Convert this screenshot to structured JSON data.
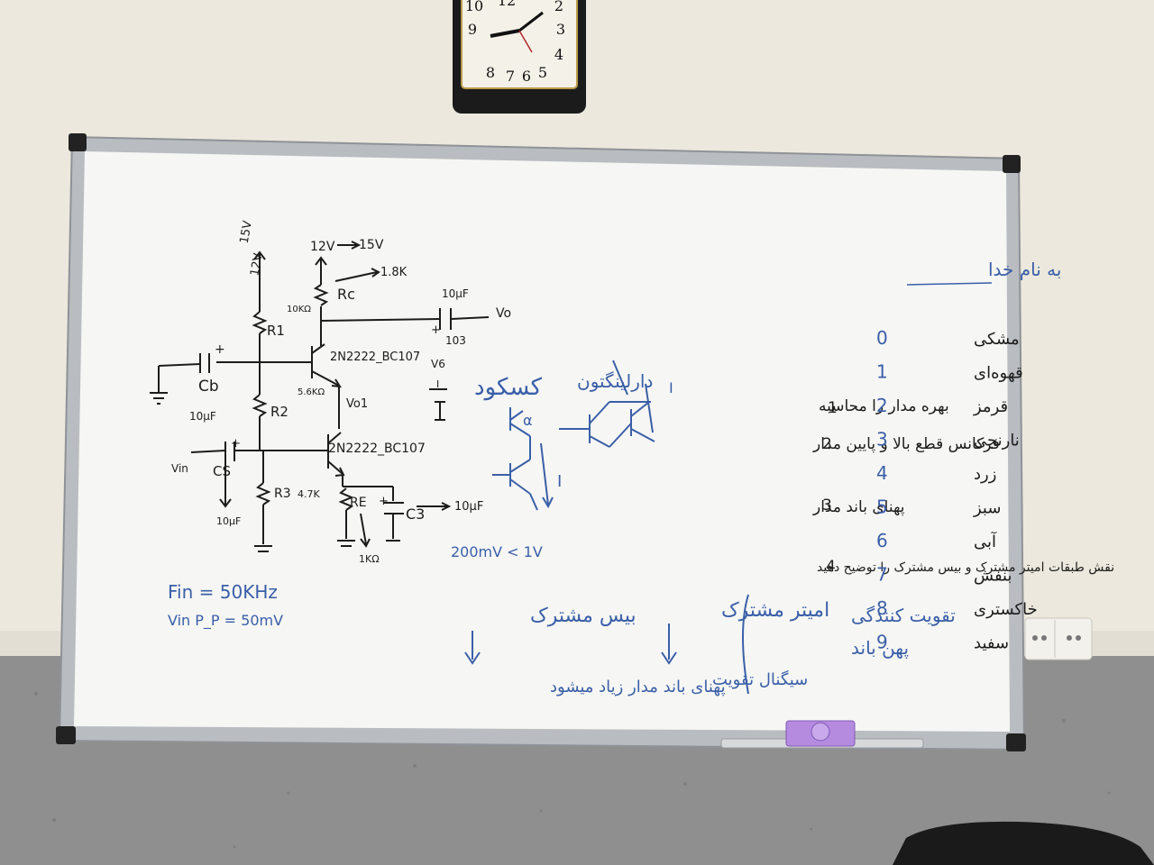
{
  "clock": {
    "numerals": [
      "10",
      "12",
      "2",
      "9",
      "3",
      "8",
      "7",
      "6",
      "5",
      "4"
    ]
  },
  "circuit": {
    "supply_top": "15V",
    "supply_r1": "12V",
    "supply_rc": "12V",
    "supply_rc_arrow": "15V",
    "rc_label": "Rc",
    "rc_value": "1.8K",
    "r1_label": "R1",
    "r1_value": "10KΩ",
    "r2_label": "R2",
    "r2_value": "5.6KΩ",
    "r3_label": "R3",
    "r3_value": "4.7K",
    "re_label": "RE",
    "re_value": "1KΩ",
    "cb_label": "Cb",
    "cb_value": "10μF",
    "cs_label": "CS",
    "cs_value": "10μF",
    "c3_label": "C3",
    "c3_value": "10μF",
    "cout_value": "10μF",
    "cout_code": "103",
    "q1_part": "2N2222_BC107",
    "q2_part": "2N2222_BC107",
    "vo_label": "Vo",
    "vo1_label": "Vo1",
    "v6_label": "V6",
    "vin_label": "Vin",
    "i_label": "I",
    "fin": "Fin = 50KHz",
    "vinpp": "Vin P_P = 50mV"
  },
  "blue_notes": {
    "cascode_title": "کسکود",
    "darlington_title": "دارلینگتون",
    "i_left": "I",
    "i_right": "I",
    "alpha": "α",
    "threshold": "200mV < 1V",
    "common_base": "بیس مشترک",
    "common_emitter": "امیتر مشترک",
    "cb_effect": "پهنای باند مدار زیاد میشود",
    "ce_effect": "سیگنال تقویت",
    "combined_1": "تقویت کنندگی",
    "combined_2": "پهن باند"
  },
  "tasks": [
    {
      "num": "1",
      "text": "بهره مدار را محاسبه"
    },
    {
      "num": "2",
      "text": "فرکانس قطع بالا و پایین مدار"
    },
    {
      "num": "3",
      "text": "پهنای باند مدار"
    },
    {
      "num": "4",
      "text": "نقش طبقات امیتر مشترک و بیس مشترک را توضیح دهید"
    }
  ],
  "color_code": {
    "heading": "به نام خدا",
    "rows": [
      {
        "digit": "0",
        "name": "مشکی"
      },
      {
        "digit": "1",
        "name": "قهوه‌ای"
      },
      {
        "digit": "2",
        "name": "قرمز"
      },
      {
        "digit": "3",
        "name": "نارنجی"
      },
      {
        "digit": "4",
        "name": "زرد"
      },
      {
        "digit": "5",
        "name": "سبز"
      },
      {
        "digit": "6",
        "name": "آبی"
      },
      {
        "digit": "7",
        "name": "بنفش"
      },
      {
        "digit": "8",
        "name": "خاکستری"
      },
      {
        "digit": "9",
        "name": "سفید"
      }
    ]
  },
  "colors": {
    "wall": "#ece8dd",
    "board": "#f6f6f4",
    "frame": "#b9bcc0",
    "black_ink": "#1c1c1c",
    "blue_ink": "#3a5fa8",
    "eraser": "#b58be0"
  }
}
